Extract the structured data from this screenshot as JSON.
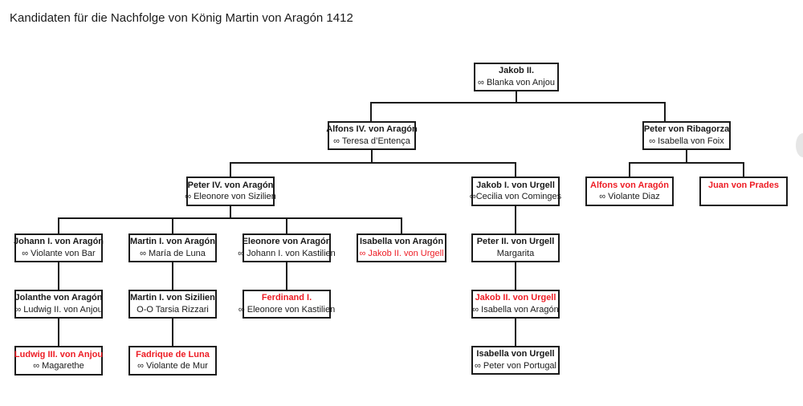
{
  "title": "Kandidaten für die Nachfolge von König Martin von Aragón 1412",
  "colors": {
    "line": "#1a1a1a",
    "box_border": "#1a1a1a",
    "text": "#1a1a1a",
    "candidate_red": "#ed1c24",
    "background": "#ffffff"
  },
  "symbols": {
    "marriage": "∞",
    "unmarried_union": "O-O"
  },
  "persons": [
    {
      "id": "jakob2",
      "generation": 1,
      "name": "Jakob II.",
      "spouse": "∞ Blanka von Anjou",
      "name_red": false,
      "spouse_red": false
    },
    {
      "id": "alfons4",
      "generation": 2,
      "name": "Alfons IV. von Aragón",
      "spouse": "∞ Teresa d’Entença",
      "name_red": false,
      "spouse_red": false
    },
    {
      "id": "ribagorza",
      "generation": 2,
      "name": "Peter von Ribagorza",
      "spouse": "∞ Isabella von Foix",
      "name_red": false,
      "spouse_red": false
    },
    {
      "id": "peter4",
      "generation": 3,
      "name": "Peter IV. von Aragón",
      "spouse": "∞ Eleonore von Sizilien",
      "name_red": false,
      "spouse_red": false
    },
    {
      "id": "jakob1u",
      "generation": 3,
      "name": "Jakob I. von Urgell",
      "spouse": "∞Cecilia von Cominges",
      "name_red": false,
      "spouse_red": false
    },
    {
      "id": "alfonsA",
      "generation": 3,
      "name": "Alfons von Aragón",
      "spouse": "∞ Violante Diaz",
      "name_red": true,
      "spouse_red": false
    },
    {
      "id": "juan",
      "generation": 3,
      "name": "Juan von Prades",
      "spouse": "",
      "name_red": true,
      "spouse_red": false
    },
    {
      "id": "johann1",
      "generation": 4,
      "name": "Johann I. von Aragón",
      "spouse": "∞ Violante von Bar",
      "name_red": false,
      "spouse_red": false
    },
    {
      "id": "martin1a",
      "generation": 4,
      "name": "Martin I. von Aragón",
      "spouse": "∞ María de Luna",
      "name_red": false,
      "spouse_red": false
    },
    {
      "id": "eleonoreA",
      "generation": 4,
      "name": "Eleonore von Aragón",
      "spouse": "∞ Johann I. von Kastilien",
      "name_red": false,
      "spouse_red": false
    },
    {
      "id": "isabellaA",
      "generation": 4,
      "name": "Isabella von Aragón",
      "spouse": "∞ Jakob II. von Urgell",
      "name_red": false,
      "spouse_red": true
    },
    {
      "id": "peter2u",
      "generation": 4,
      "name": "Peter II. von Urgell",
      "spouse": "Margarita",
      "name_red": false,
      "spouse_red": false
    },
    {
      "id": "jolanthe",
      "generation": 5,
      "name": "Jolanthe von Aragón",
      "spouse": "∞ Ludwig II. von Anjou",
      "name_red": false,
      "spouse_red": false
    },
    {
      "id": "martin1s",
      "generation": 5,
      "name": "Martin I. von Sizilien",
      "spouse": "O-O Tarsia Rizzari",
      "name_red": false,
      "spouse_red": false
    },
    {
      "id": "ferdinand",
      "generation": 5,
      "name": "Ferdinand I.",
      "spouse": "∞ Eleonore von Kastilien",
      "name_red": true,
      "spouse_red": false
    },
    {
      "id": "jakob2u",
      "generation": 5,
      "name": "Jakob II. von Urgell",
      "spouse": "∞ Isabella von Aragón",
      "name_red": true,
      "spouse_red": false
    },
    {
      "id": "ludwig3",
      "generation": 6,
      "name": "Ludwig III. von Anjou",
      "spouse": "∞ Magarethe",
      "name_red": true,
      "spouse_red": false
    },
    {
      "id": "fadrique",
      "generation": 6,
      "name": "Fadrique de Luna",
      "spouse": "∞ Violante de Mur",
      "name_red": true,
      "spouse_red": false
    },
    {
      "id": "isabellaU",
      "generation": 6,
      "name": "Isabella von Urgell",
      "spouse": "∞ Peter von Portugal",
      "name_red": false,
      "spouse_red": false
    }
  ]
}
